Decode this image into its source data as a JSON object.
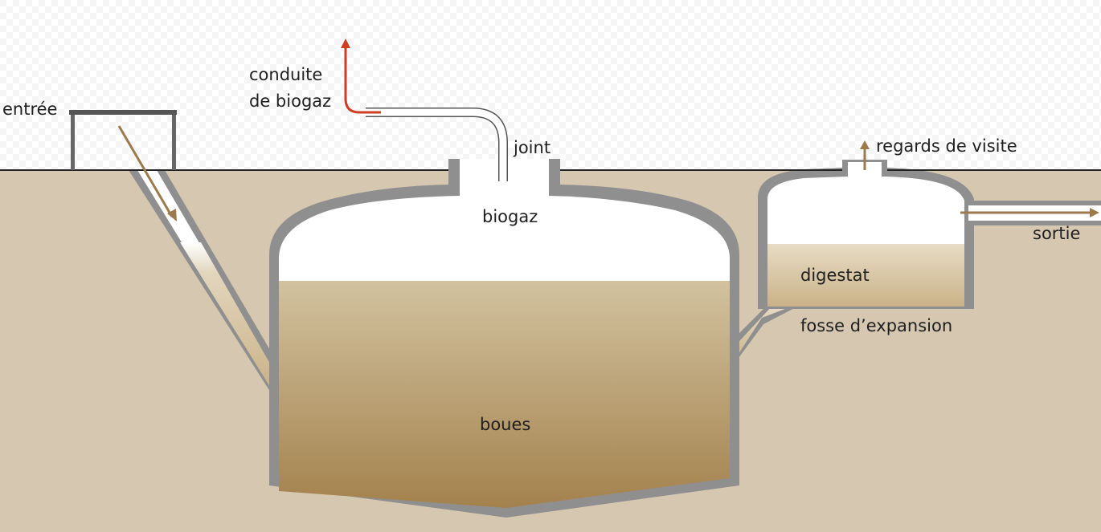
{
  "labels": {
    "inlet": "entrée",
    "gas_pipe_line1": "conduite",
    "gas_pipe_line2": "de biogaz",
    "joint": "joint",
    "manholes": "regards de visite",
    "biogas": "biogaz",
    "digestate": "digestat",
    "outlet": "sortie",
    "expansion_chamber": "fosse d’expansion",
    "sludge": "boues"
  },
  "colors": {
    "soil": "#d6c7b0",
    "wall": "#8f8f8f",
    "gas_space": "#ffffff",
    "slurry_top": "#d2c29f",
    "slurry_bottom": "#a2804b",
    "flow_arrow": "#9c7a4c",
    "gas_arrow": "#cf3d22",
    "ground_line": "#222222"
  }
}
